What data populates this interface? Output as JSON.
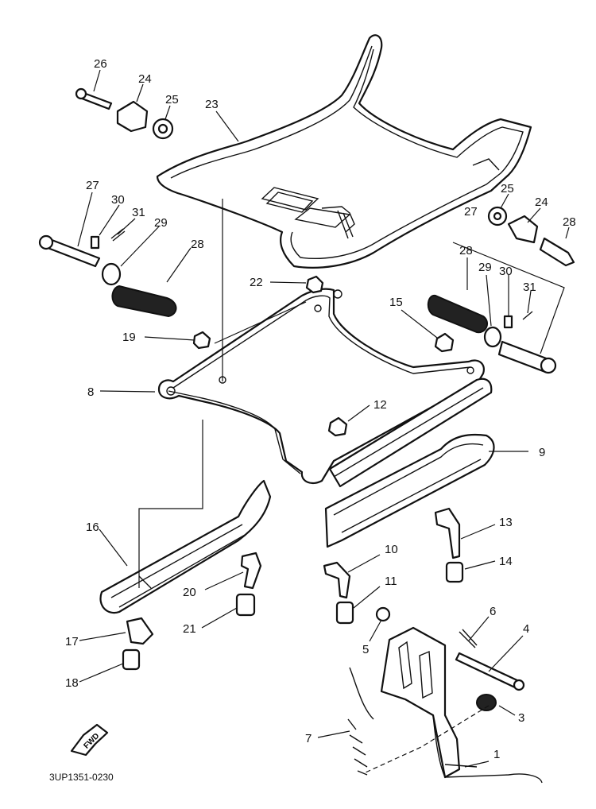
{
  "diagram": {
    "drawing_code": "3UP1351-0230",
    "fwd_label": "FWD",
    "callouts": [
      {
        "id": "c1",
        "text": "1"
      },
      {
        "id": "c3",
        "text": "3"
      },
      {
        "id": "c4",
        "text": "4"
      },
      {
        "id": "c5",
        "text": "5"
      },
      {
        "id": "c6",
        "text": "6"
      },
      {
        "id": "c7",
        "text": "7"
      },
      {
        "id": "c8",
        "text": "8"
      },
      {
        "id": "c9",
        "text": "9"
      },
      {
        "id": "c10",
        "text": "10"
      },
      {
        "id": "c11",
        "text": "11"
      },
      {
        "id": "c12",
        "text": "12"
      },
      {
        "id": "c13",
        "text": "13"
      },
      {
        "id": "c14",
        "text": "14"
      },
      {
        "id": "c15",
        "text": "15"
      },
      {
        "id": "c16",
        "text": "16"
      },
      {
        "id": "c17",
        "text": "17"
      },
      {
        "id": "c18",
        "text": "18"
      },
      {
        "id": "c19",
        "text": "19"
      },
      {
        "id": "c20",
        "text": "20"
      },
      {
        "id": "c21",
        "text": "21"
      },
      {
        "id": "c22",
        "text": "22"
      },
      {
        "id": "c23",
        "text": "23"
      },
      {
        "id": "c24a",
        "text": "24"
      },
      {
        "id": "c25a",
        "text": "25"
      },
      {
        "id": "c26",
        "text": "26"
      },
      {
        "id": "c27a",
        "text": "27"
      },
      {
        "id": "c28a",
        "text": "28"
      },
      {
        "id": "c29a",
        "text": "29"
      },
      {
        "id": "c30a",
        "text": "30"
      },
      {
        "id": "c31a",
        "text": "31"
      },
      {
        "id": "c24b",
        "text": "24"
      },
      {
        "id": "c25b",
        "text": "25"
      },
      {
        "id": "c27b",
        "text": "27"
      },
      {
        "id": "c28b",
        "text": "28"
      },
      {
        "id": "c28c",
        "text": "28"
      },
      {
        "id": "c29b",
        "text": "29"
      },
      {
        "id": "c30b",
        "text": "30"
      },
      {
        "id": "c31b",
        "text": "31"
      }
    ]
  }
}
